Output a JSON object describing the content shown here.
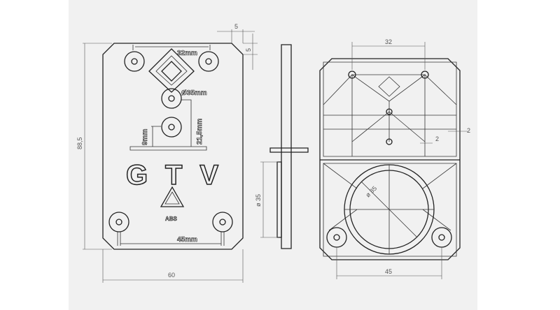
{
  "front_view": {
    "logo": "GTV",
    "material": "ABS",
    "labels": {
      "hole_spacing_top": "32mm",
      "diameter": "Ø35mm",
      "offset_small": "9mm",
      "offset_large": "21,5mm",
      "hole_spacing_bottom": "45mm"
    },
    "dimensions": {
      "chamfer_x": "5",
      "chamfer_y": "5",
      "height": "88,5",
      "width": "60"
    }
  },
  "side_view": {
    "dimensions": {
      "diameter": "ø 35"
    }
  },
  "back_view": {
    "dimensions": {
      "top_spacing": "32",
      "rib_1": "2",
      "rib_2": "2",
      "diameter": "ø 35",
      "bottom_spacing": "45"
    }
  }
}
